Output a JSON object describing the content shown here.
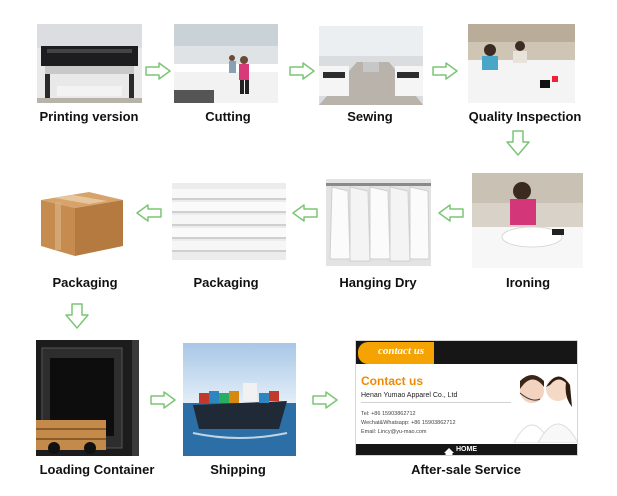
{
  "steps": [
    {
      "label": "Printing version"
    },
    {
      "label": "Cutting"
    },
    {
      "label": "Sewing"
    },
    {
      "label": "Quality Inspection"
    },
    {
      "label": "Ironing"
    },
    {
      "label": "Hanging Dry"
    },
    {
      "label": "Packaging"
    },
    {
      "label": "Packaging"
    },
    {
      "label": "Loading Container"
    },
    {
      "label": "Shipping"
    },
    {
      "label": "After-sale Service"
    }
  ],
  "contact_card": {
    "banner": "contact us",
    "heading": "Contact us",
    "company": "Henan Yumao Apparel Co., Ltd",
    "tel": "Tel: +86 15903862712",
    "wechat": "Wechat&Whatsapp: +86 15903862712",
    "email": "Email: Lincy@yu-mao.com",
    "home": "HOME"
  },
  "colors": {
    "arrow": "#7cc576",
    "banner_orange": "#f5a300",
    "heading_orange": "#f08a00"
  }
}
